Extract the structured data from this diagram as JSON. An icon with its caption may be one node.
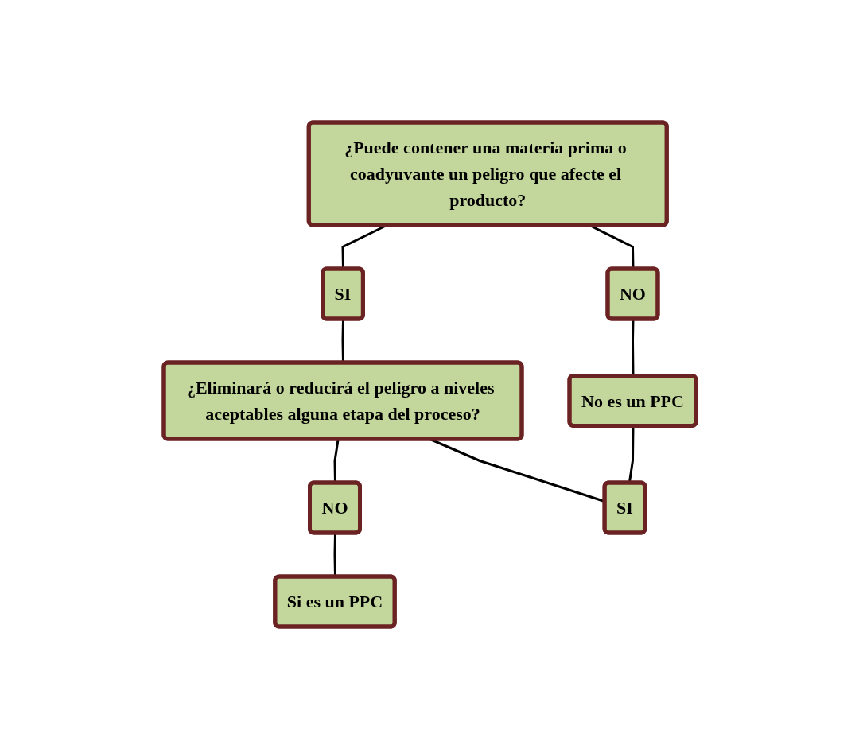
{
  "diagram": {
    "nodes": [
      {
        "text": [
          "¿Puede contener una materia prima o coadyuvante un peligro que afecte el producto?"
        ]
      },
      {
        "text": [
          "SI"
        ]
      },
      {
        "text": [
          "NO"
        ]
      },
      {
        "text": [
          "No es un PPC"
        ]
      },
      {
        "text": [
          "¿Eliminará o reducirá el peligro a niveles aceptables alguna etapa del proceso?"
        ]
      },
      {
        "text": [
          "NO"
        ]
      },
      {
        "text": [
          "SI"
        ]
      },
      {
        "text": [
          "Si es un PPC"
        ]
      }
    ],
    "edges": [
      {
        "from": 0,
        "to": 1,
        "arrow": "none"
      },
      {
        "from": 0,
        "to": 2,
        "arrow": "none"
      },
      {
        "from": 2,
        "to": 3,
        "arrow": "none"
      },
      {
        "from": 1,
        "to": 4,
        "arrow": "none"
      },
      {
        "from": 4,
        "to": 5,
        "arrow": "none"
      },
      {
        "from": 4,
        "to": 6,
        "arrow": "none"
      },
      {
        "from": 5,
        "to": 7,
        "arrow": "none"
      },
      {
        "from": 3,
        "to": 6,
        "arrow": "none"
      }
    ]
  }
}
